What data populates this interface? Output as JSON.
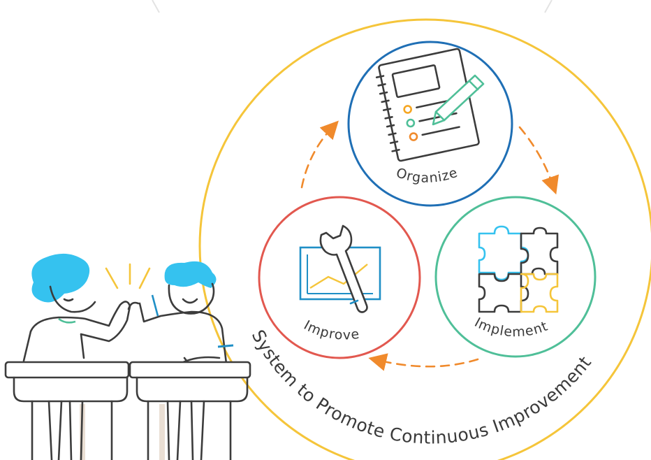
{
  "diagram": {
    "system_label": "System to Promote Continuous Improvement",
    "stages": [
      {
        "id": "organize",
        "label": "Organize",
        "color": "#1f6fb5",
        "icon": "notebook-pencil-icon"
      },
      {
        "id": "implement",
        "label": "Implement",
        "color": "#4fbf98",
        "icon": "puzzle-icon"
      },
      {
        "id": "improve",
        "label": "Improve",
        "color": "#e2584f",
        "icon": "wrench-chart-icon"
      }
    ],
    "outer_ring_color": "#f5c53a",
    "arrow_color": "#f08a2c",
    "illustration": "students-high-five-icon"
  }
}
